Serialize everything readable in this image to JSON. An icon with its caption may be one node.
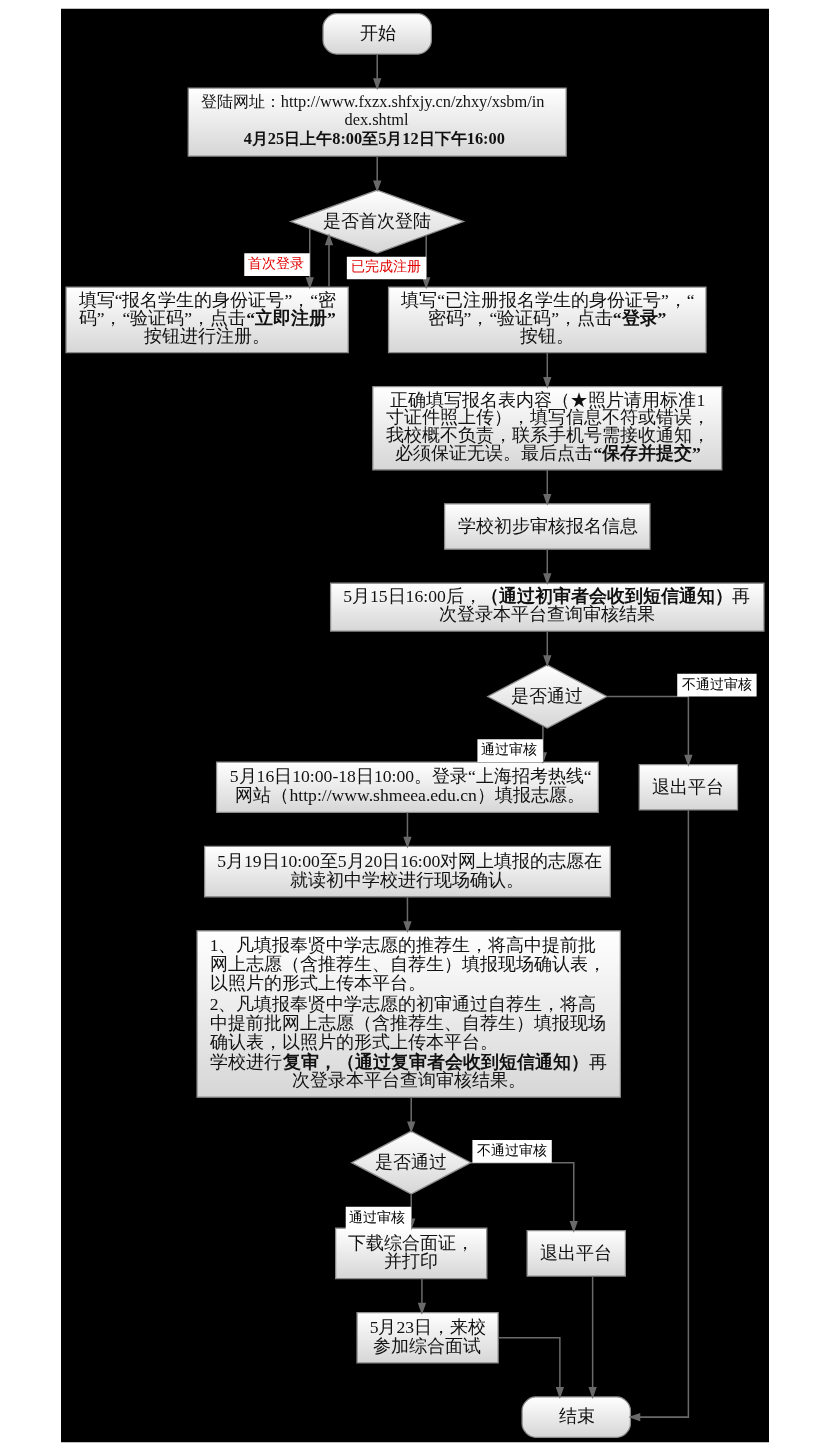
{
  "diagram": {
    "nodes": [
      {
        "text": [
          "开始"
        ]
      },
      {
        "text": [
          "登陆网址：http://www.fxzx.shfxjy.cn/zhxy/xsbm/index.shtml",
          "4月25日上午8:00至5月12日下午16:00"
        ]
      },
      {
        "text": [
          "是否首次登陆"
        ]
      },
      {
        "text": [
          "填写“报名学生的身份证号”，“密码”，“验证码”，点击**“立即注册”**按钮进行注册。"
        ]
      },
      {
        "text": [
          "填写“已注册报名学生的身份证号”，“密码”，“验证码”，点击**“登录”**按钮。"
        ]
      },
      {
        "text": [
          "正确填写报名表内容（★照片请用标准1寸证件照上传），填写信息不符或错误，我校概不负责，联系手机号需接收通知，必须保证无误。最后点击**“保存并提交”**"
        ]
      },
      {
        "text": [
          "学校初步审核报名信息"
        ]
      },
      {
        "text": [
          "5月15日16:00后，**（通过初审者会收到短信通知）**再次登录本平台查询审核结果"
        ]
      },
      {
        "text": [
          "是否通过"
        ]
      },
      {
        "text": [
          "5月16日10:00-18日10:00。登录“上海招考热线“网站（http://www.shmeea.edu.cn）填报志愿。"
        ]
      },
      {
        "text": [
          "退出平台"
        ]
      },
      {
        "text": [
          "5月19日10:00至5月20日16:00对网上填报的志愿在就读初中学校进行现场确认。"
        ]
      },
      {
        "text": [
          "1、凡填报奉贤中学志愿的推荐生，将高中提前批网上志愿（含推荐生、自荐生）填报现场确认表，以照片的形式上传本平台。",
          "2、凡填报奉贤中学志愿的初审通过自荐生，将高中提前批网上志愿（含推荐生、自荐生）填报现场确认表，以照片的形式上传本平台。",
          "学校进行**复审，（通过复审者会收到短信通知）**再次登录本平台查询审核结果。"
        ]
      },
      {
        "text": [
          "是否通过"
        ]
      },
      {
        "text": [
          "下载综合面证，并打印"
        ]
      },
      {
        "text": [
          "退出平台"
        ]
      },
      {
        "text": [
          "5月23日，来校参加综合面试"
        ]
      },
      {
        "text": [
          "结束"
        ]
      }
    ],
    "edges": [
      {
        "from": 0,
        "to": 1,
        "arrow": "to"
      },
      {
        "from": 1,
        "to": 2,
        "arrow": "to"
      },
      {
        "from": 2,
        "to": 3,
        "arrow": "to",
        "label": "首次登录"
      },
      {
        "from": 2,
        "to": 4,
        "arrow": "to",
        "label": "已完成注册"
      },
      {
        "from": 3,
        "to": 2,
        "arrow": "to"
      },
      {
        "from": 4,
        "to": 5,
        "arrow": "to"
      },
      {
        "from": 5,
        "to": 6,
        "arrow": "to"
      },
      {
        "from": 6,
        "to": 7,
        "arrow": "to"
      },
      {
        "from": 7,
        "to": 8,
        "arrow": "to"
      },
      {
        "from": 8,
        "to": 9,
        "arrow": "to",
        "label": "通过审核"
      },
      {
        "from": 8,
        "to": 10,
        "arrow": "to",
        "label": "不通过审核"
      },
      {
        "from": 9,
        "to": 11,
        "arrow": "to"
      },
      {
        "from": 11,
        "to": 12,
        "arrow": "to"
      },
      {
        "from": 12,
        "to": 13,
        "arrow": "to"
      },
      {
        "from": 13,
        "to": 14,
        "arrow": "to",
        "label": "通过审核"
      },
      {
        "from": 13,
        "to": 15,
        "arrow": "to",
        "label": "不通过审核"
      },
      {
        "from": 14,
        "to": 16,
        "arrow": "to"
      },
      {
        "from": 16,
        "to": 17,
        "arrow": "to"
      },
      {
        "from": 15,
        "to": 17,
        "arrow": "to"
      },
      {
        "from": 10,
        "to": 17,
        "arrow": "to"
      }
    ]
  }
}
